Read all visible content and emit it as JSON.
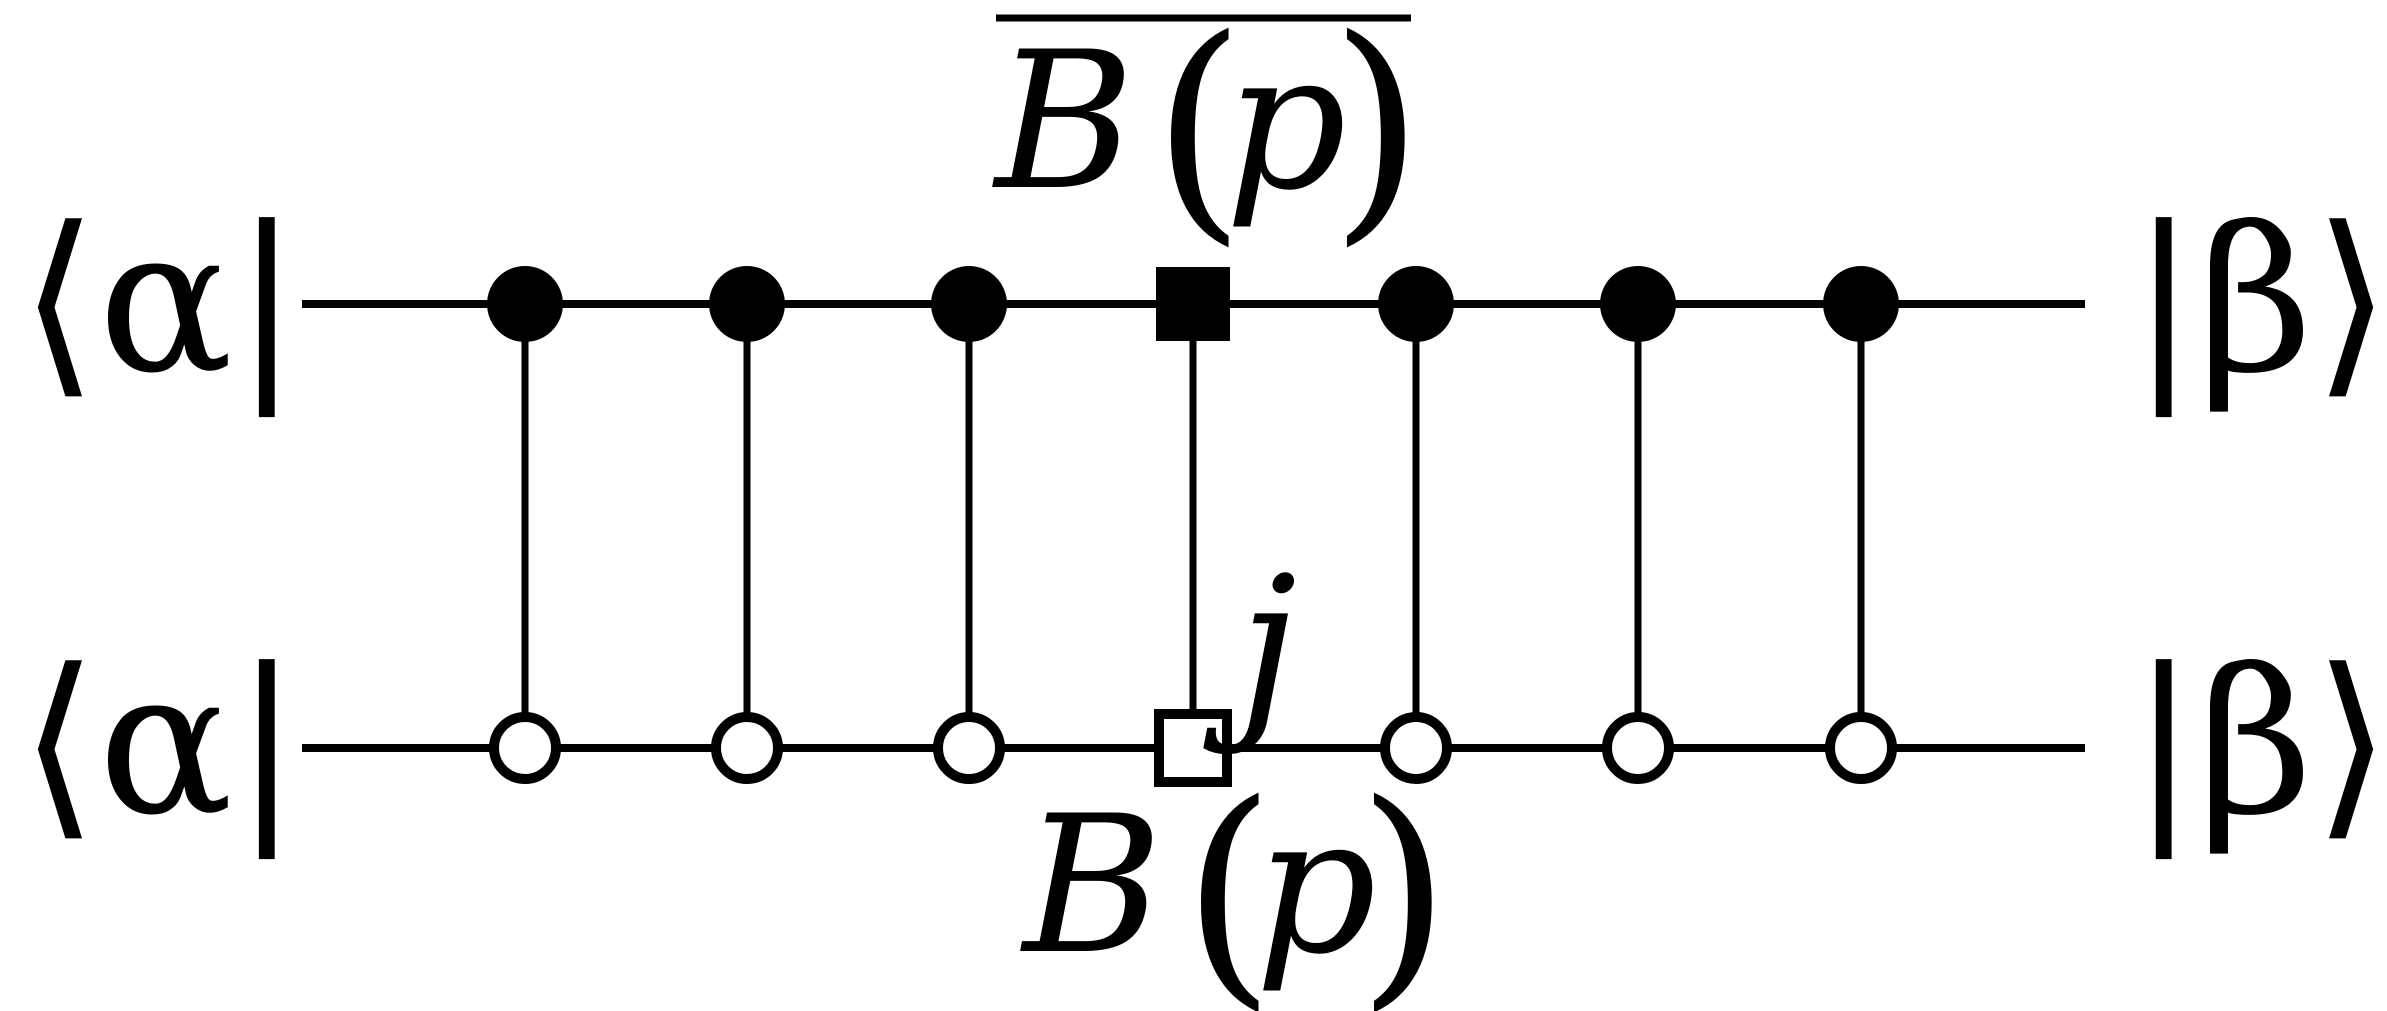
{
  "diagram": {
    "colors": {
      "ink": "#000000",
      "background": "#ffffff"
    },
    "top_wire": {
      "left_label": "⟨α|",
      "right_label": "|β⟩",
      "nodes": [
        "filled-circle",
        "filled-circle",
        "filled-circle",
        "filled-square",
        "filled-circle",
        "filled-circle",
        "filled-circle"
      ]
    },
    "bottom_wire": {
      "left_label": "⟨α|",
      "right_label": "|β⟩",
      "nodes": [
        "open-circle",
        "open-circle",
        "open-circle",
        "open-square",
        "open-circle",
        "open-circle",
        "open-circle"
      ]
    },
    "top_operator": {
      "symbol": "B",
      "open": "(",
      "arg": "p",
      "close": ")",
      "overline": true
    },
    "bottom_operator": {
      "symbol": "B",
      "open": "(",
      "arg": "p",
      "close": ")"
    },
    "index_label": "j"
  }
}
